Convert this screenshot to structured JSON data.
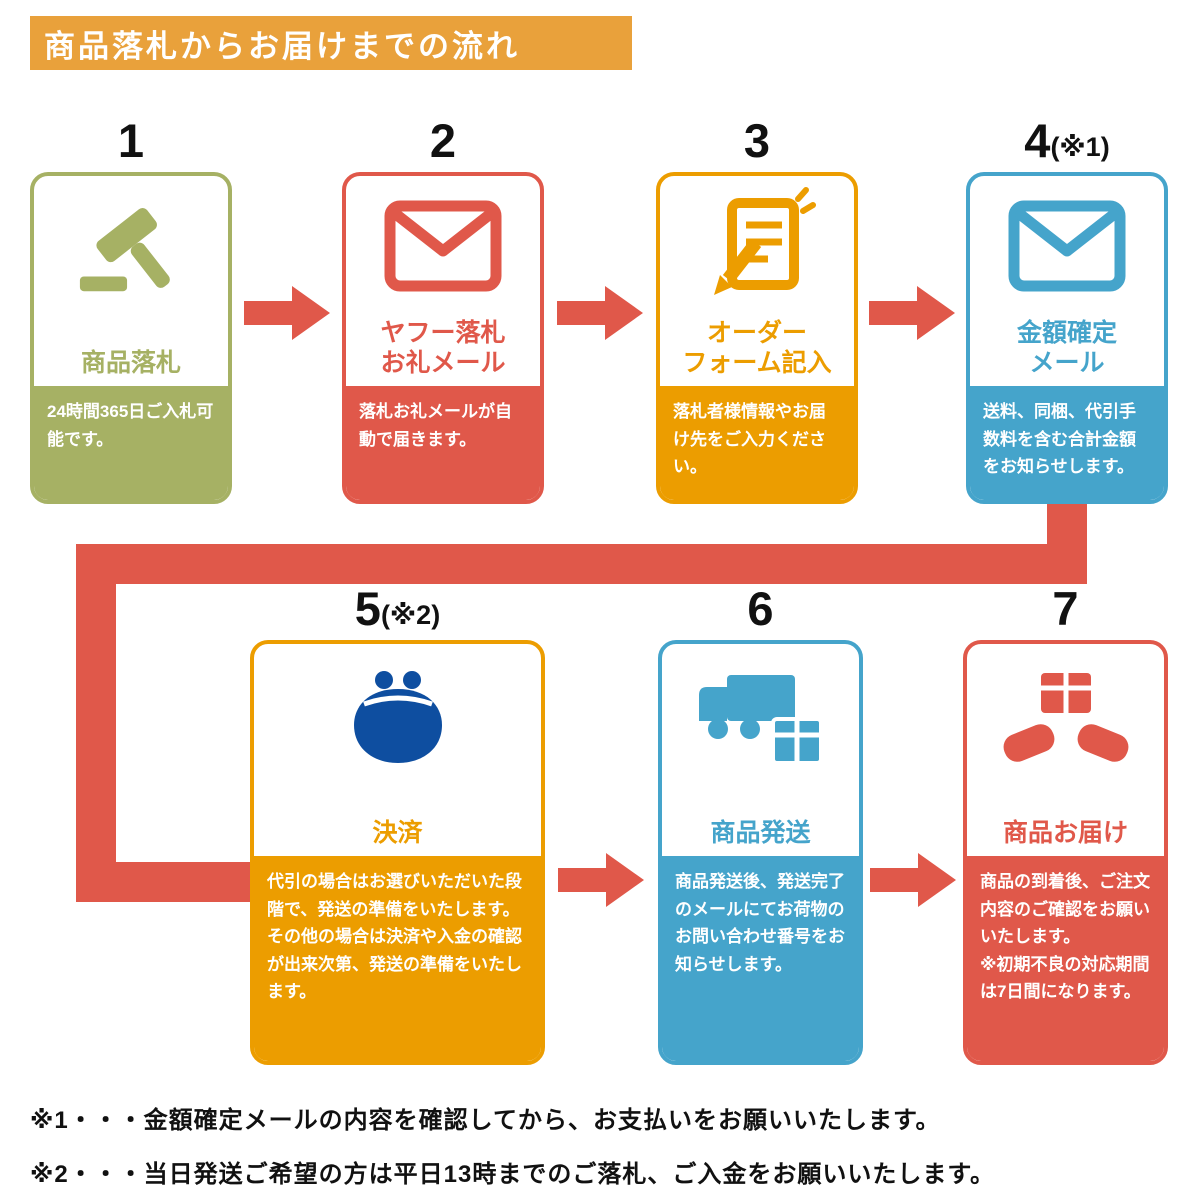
{
  "header": {
    "title": "商品落札からお届けまでの流れ"
  },
  "colors": {
    "header_bg": "#E9A13B",
    "olive": "#A6B164",
    "red": "#E0584A",
    "orange": "#EC9D00",
    "blue": "#45A4CB",
    "purse_blue": "#0E4EA0",
    "arrow_red": "#E0584A",
    "text": "#111111"
  },
  "steps": [
    {
      "number": "1",
      "note": "",
      "title": "商品落札",
      "body": "24時間365日ご入札可能です。",
      "icon": "gavel-icon",
      "color": "#A6B164"
    },
    {
      "number": "2",
      "note": "",
      "title": "ヤフー落札\nお礼メール",
      "body": "落札お礼メールが自動で届きます。",
      "icon": "mail-icon",
      "color": "#E0584A"
    },
    {
      "number": "3",
      "note": "",
      "title": "オーダー\nフォーム記入",
      "body": "落札者様情報やお届け先をご入力ください。",
      "icon": "pencil-form-icon",
      "color": "#EC9D00"
    },
    {
      "number": "4",
      "note": "(※1)",
      "title": "金額確定\nメール",
      "body": "送料、同梱、代引手数料を含む合計金額をお知らせします。",
      "icon": "mail-icon",
      "color": "#45A4CB"
    },
    {
      "number": "5",
      "note": "(※2)",
      "title": "決済",
      "body": "代引の場合はお選びいただいた段階で、発送の準備をいたします。\nその他の場合は決済や入金の確認が出来次第、発送の準備をいたします。",
      "icon": "coin-purse-icon",
      "color": "#EC9D00",
      "icon_color": "#0E4EA0"
    },
    {
      "number": "6",
      "note": "",
      "title": "商品発送",
      "body": "商品発送後、発送完了のメールにてお荷物のお問い合わせ番号をお知らせします。",
      "icon": "truck-box-icon",
      "color": "#45A4CB"
    },
    {
      "number": "7",
      "note": "",
      "title": "商品お届け",
      "body": "商品の到着後、ご注文内容のご確認をお願いいたします。\n※初期不良の対応期間は7日間になります。",
      "icon": "hands-package-icon",
      "color": "#E0584A"
    }
  ],
  "footnotes": [
    "※1・・・金額確定メールの内容を確認してから、お支払いをお願いいたします。",
    "※2・・・当日発送ご希望の方は平日13時までのご落札、ご入金をお願いいたします。"
  ]
}
